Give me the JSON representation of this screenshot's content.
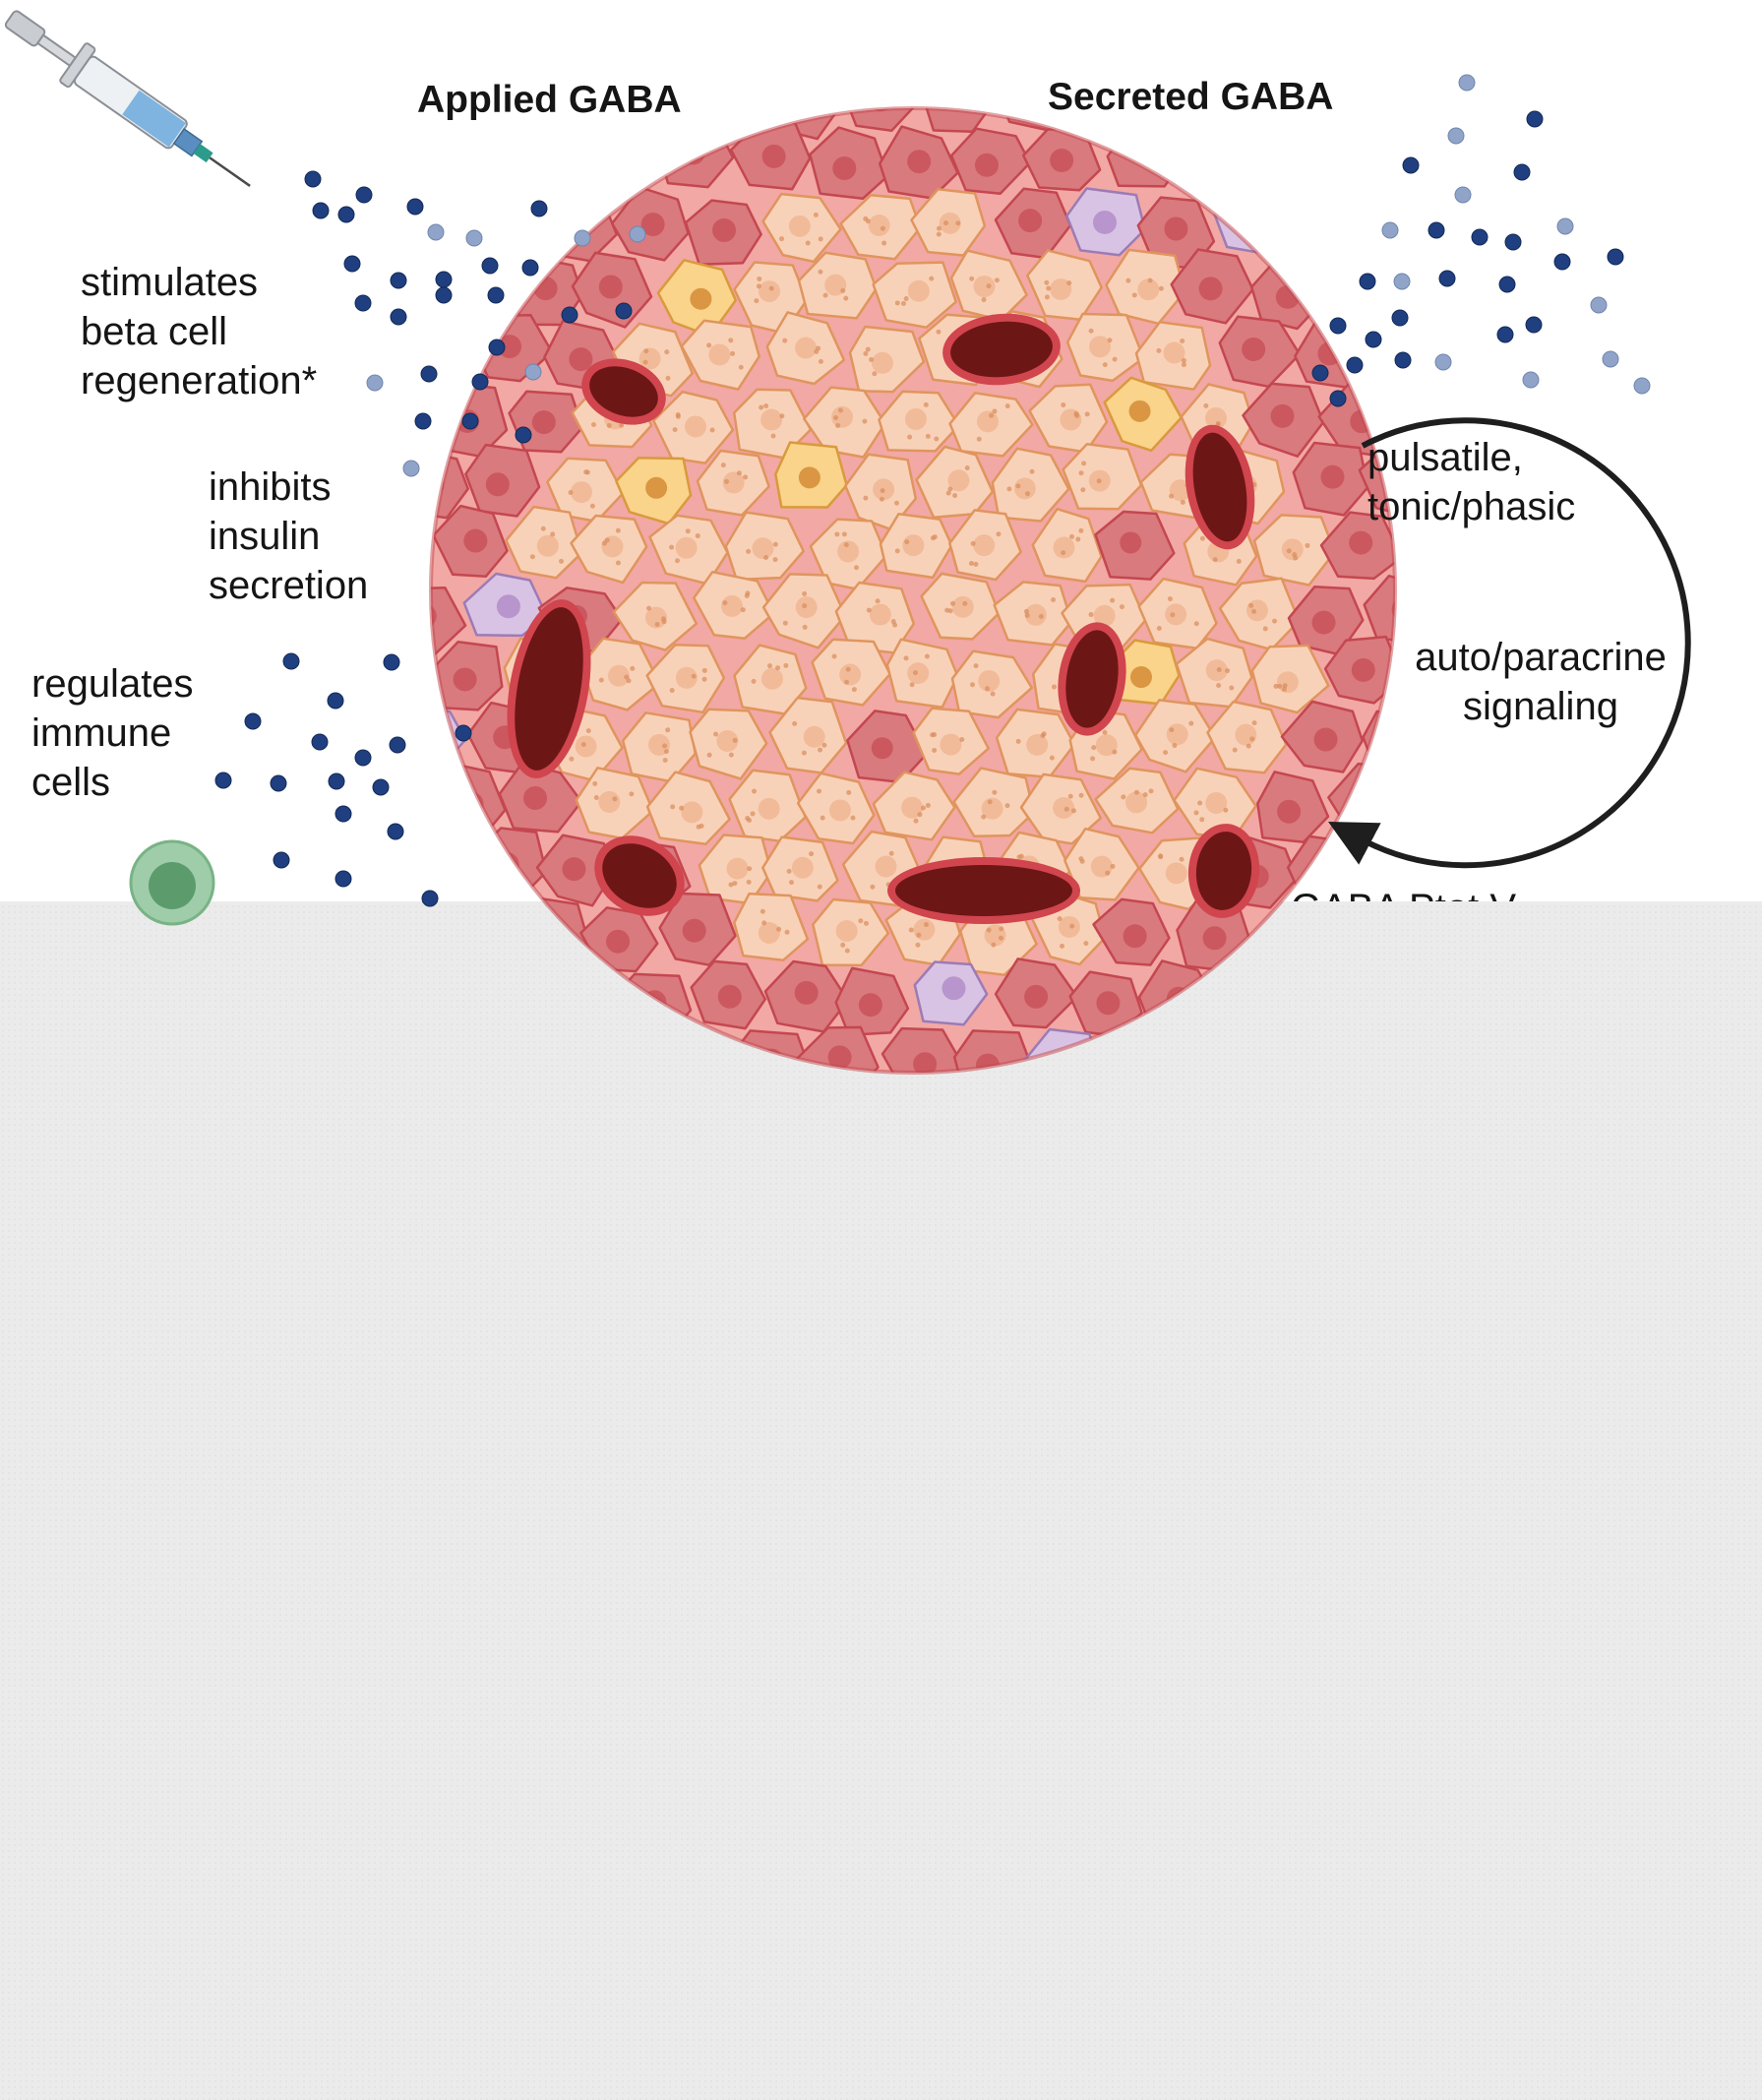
{
  "headings": {
    "applied": "Applied GABA",
    "secreted": "Secreted GABA"
  },
  "effects": {
    "regeneration": "stimulates\nbeta cell\nregeneration*",
    "insulin": "inhibits\ninsulin\nsecretion",
    "immune": "regulates\nimmune\ncells"
  },
  "cycle": {
    "pulsatile": "pulsatile,\ntonic/phasic",
    "signaling": "auto/paracrine\nsignaling",
    "truncated": "GABA  Ptot  V"
  },
  "colors": {
    "gaba_dot": "#1f3f80",
    "gaba_dot_faded": "#8fa4c8",
    "beta_cell": "#f8d2b8",
    "alpha_cell": "#d97a7e",
    "delta_cell": "#f9d48a",
    "pp_cell": "#d9c3e4",
    "vessel": "#6d1616",
    "immune_cell": "#9fcda9",
    "placeholder": "#ebebeb"
  },
  "icons": [
    "syringe-icon",
    "gaba-molecule-icon",
    "immune-cell-icon",
    "islet-icon",
    "cycle-arrow-icon"
  ]
}
